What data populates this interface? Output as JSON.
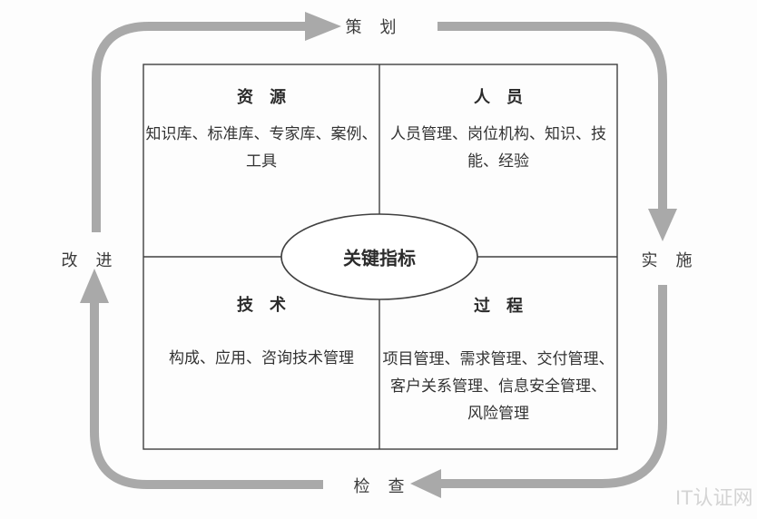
{
  "colors": {
    "arrow": "#a9a9a9",
    "border": "#404040",
    "text": "#333333",
    "watermark": "#d4d4d4",
    "background": "#fdfdfd"
  },
  "cycle": {
    "plan": "策　划",
    "do": "实　施",
    "check": "检　查",
    "act": "改　进"
  },
  "center_label": "关键指标",
  "quadrants": [
    {
      "title": "资　源",
      "lines": [
        "知识库、标准库、专家库、案例、",
        "工具"
      ]
    },
    {
      "title": "人　员",
      "lines": [
        "人员管理、岗位机构、知识、技",
        "能、经验"
      ]
    },
    {
      "title": "技　术",
      "lines": [
        "构成、应用、咨询技术管理"
      ]
    },
    {
      "title": "过　程",
      "lines": [
        "项目管理、需求管理、交付管理、",
        "客户关系管理、信息安全管理、",
        "风险管理"
      ]
    }
  ],
  "watermark": "IT认证网"
}
